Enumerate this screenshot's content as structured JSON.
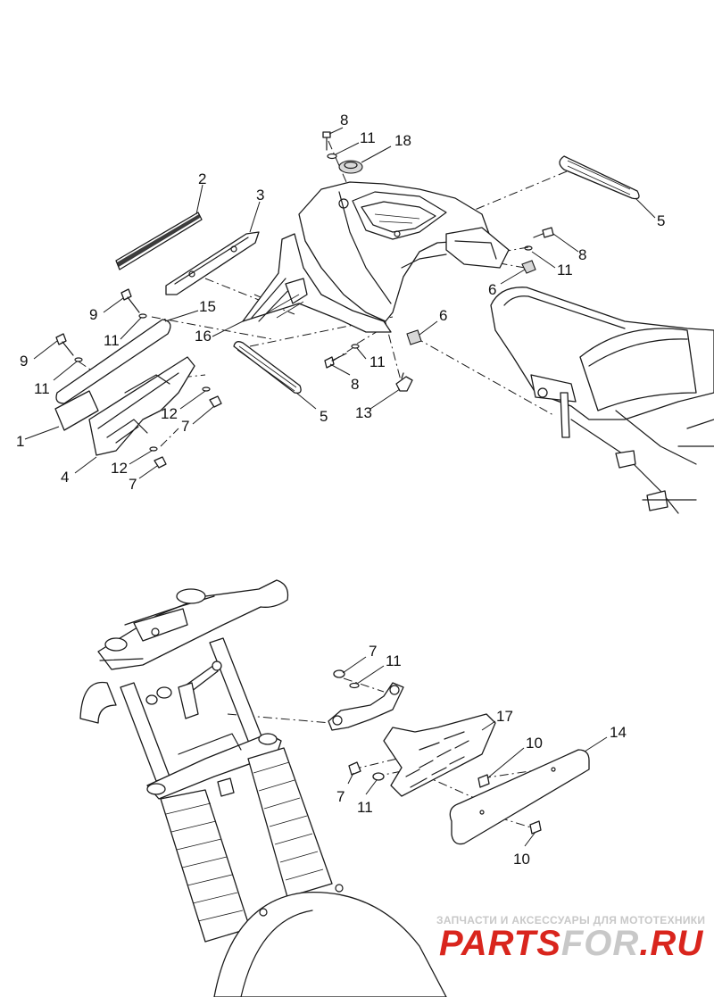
{
  "callouts": [
    {
      "label": "8"
    },
    {
      "label": "11"
    },
    {
      "label": "18"
    },
    {
      "label": "2"
    },
    {
      "label": "3"
    },
    {
      "label": "5"
    },
    {
      "label": "8"
    },
    {
      "label": "11"
    },
    {
      "label": "6"
    },
    {
      "label": "9"
    },
    {
      "label": "15"
    },
    {
      "label": "11"
    },
    {
      "label": "16"
    },
    {
      "label": "6"
    },
    {
      "label": "9"
    },
    {
      "label": "11"
    },
    {
      "label": "8"
    },
    {
      "label": "11"
    },
    {
      "label": "12"
    },
    {
      "label": "7"
    },
    {
      "label": "1"
    },
    {
      "label": "5"
    },
    {
      "label": "13"
    },
    {
      "label": "12"
    },
    {
      "label": "4"
    },
    {
      "label": "7"
    },
    {
      "label": "7"
    },
    {
      "label": "11"
    },
    {
      "label": "17"
    },
    {
      "label": "14"
    },
    {
      "label": "10"
    },
    {
      "label": "7"
    },
    {
      "label": "11"
    },
    {
      "label": "10"
    }
  ],
  "watermark": {
    "tagline": "ЗАПЧАСТИ И АКСЕССУАРЫ ДЛЯ МОТОТЕХНИКИ",
    "logo_part1": "PARTS",
    "logo_part2": "FOR",
    "logo_part3": ".RU",
    "color_red": "#d9251d",
    "color_grey": "#c8c8c8"
  }
}
